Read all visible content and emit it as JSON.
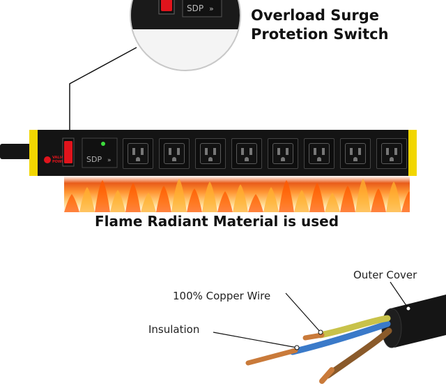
{
  "labels": {
    "switch_title_line1": "Overload Surge",
    "switch_title_line2": "Protetion Switch",
    "flame": "Flame Radiant Material is used",
    "outer_cover": "Outer Cover",
    "copper_wire": "100% Copper Wire",
    "insulation": "Insulation"
  },
  "device": {
    "brand_line1": "VALIANT",
    "brand_line2": "POWER",
    "sdp": "SDP",
    "sdp_arrows": "»",
    "outlet_count": 8
  },
  "colors": {
    "strip_body": "#141414",
    "end_caps": "#f2d600",
    "switch_red": "#e0141c",
    "indicator_green": "#3ddc3d",
    "flame_orange": "#ff7a14",
    "cable_black": "#151515",
    "copper": "#c97a3a",
    "wire_blue": "#3a7ac9",
    "wire_yellow": "#c8c24a",
    "wire_brown": "#8a5a2a"
  },
  "icons": [
    "brand-logo-icon",
    "power-switch-icon",
    "indicator-led-icon",
    "outlet-icon",
    "flame-icon",
    "cable-icon"
  ]
}
